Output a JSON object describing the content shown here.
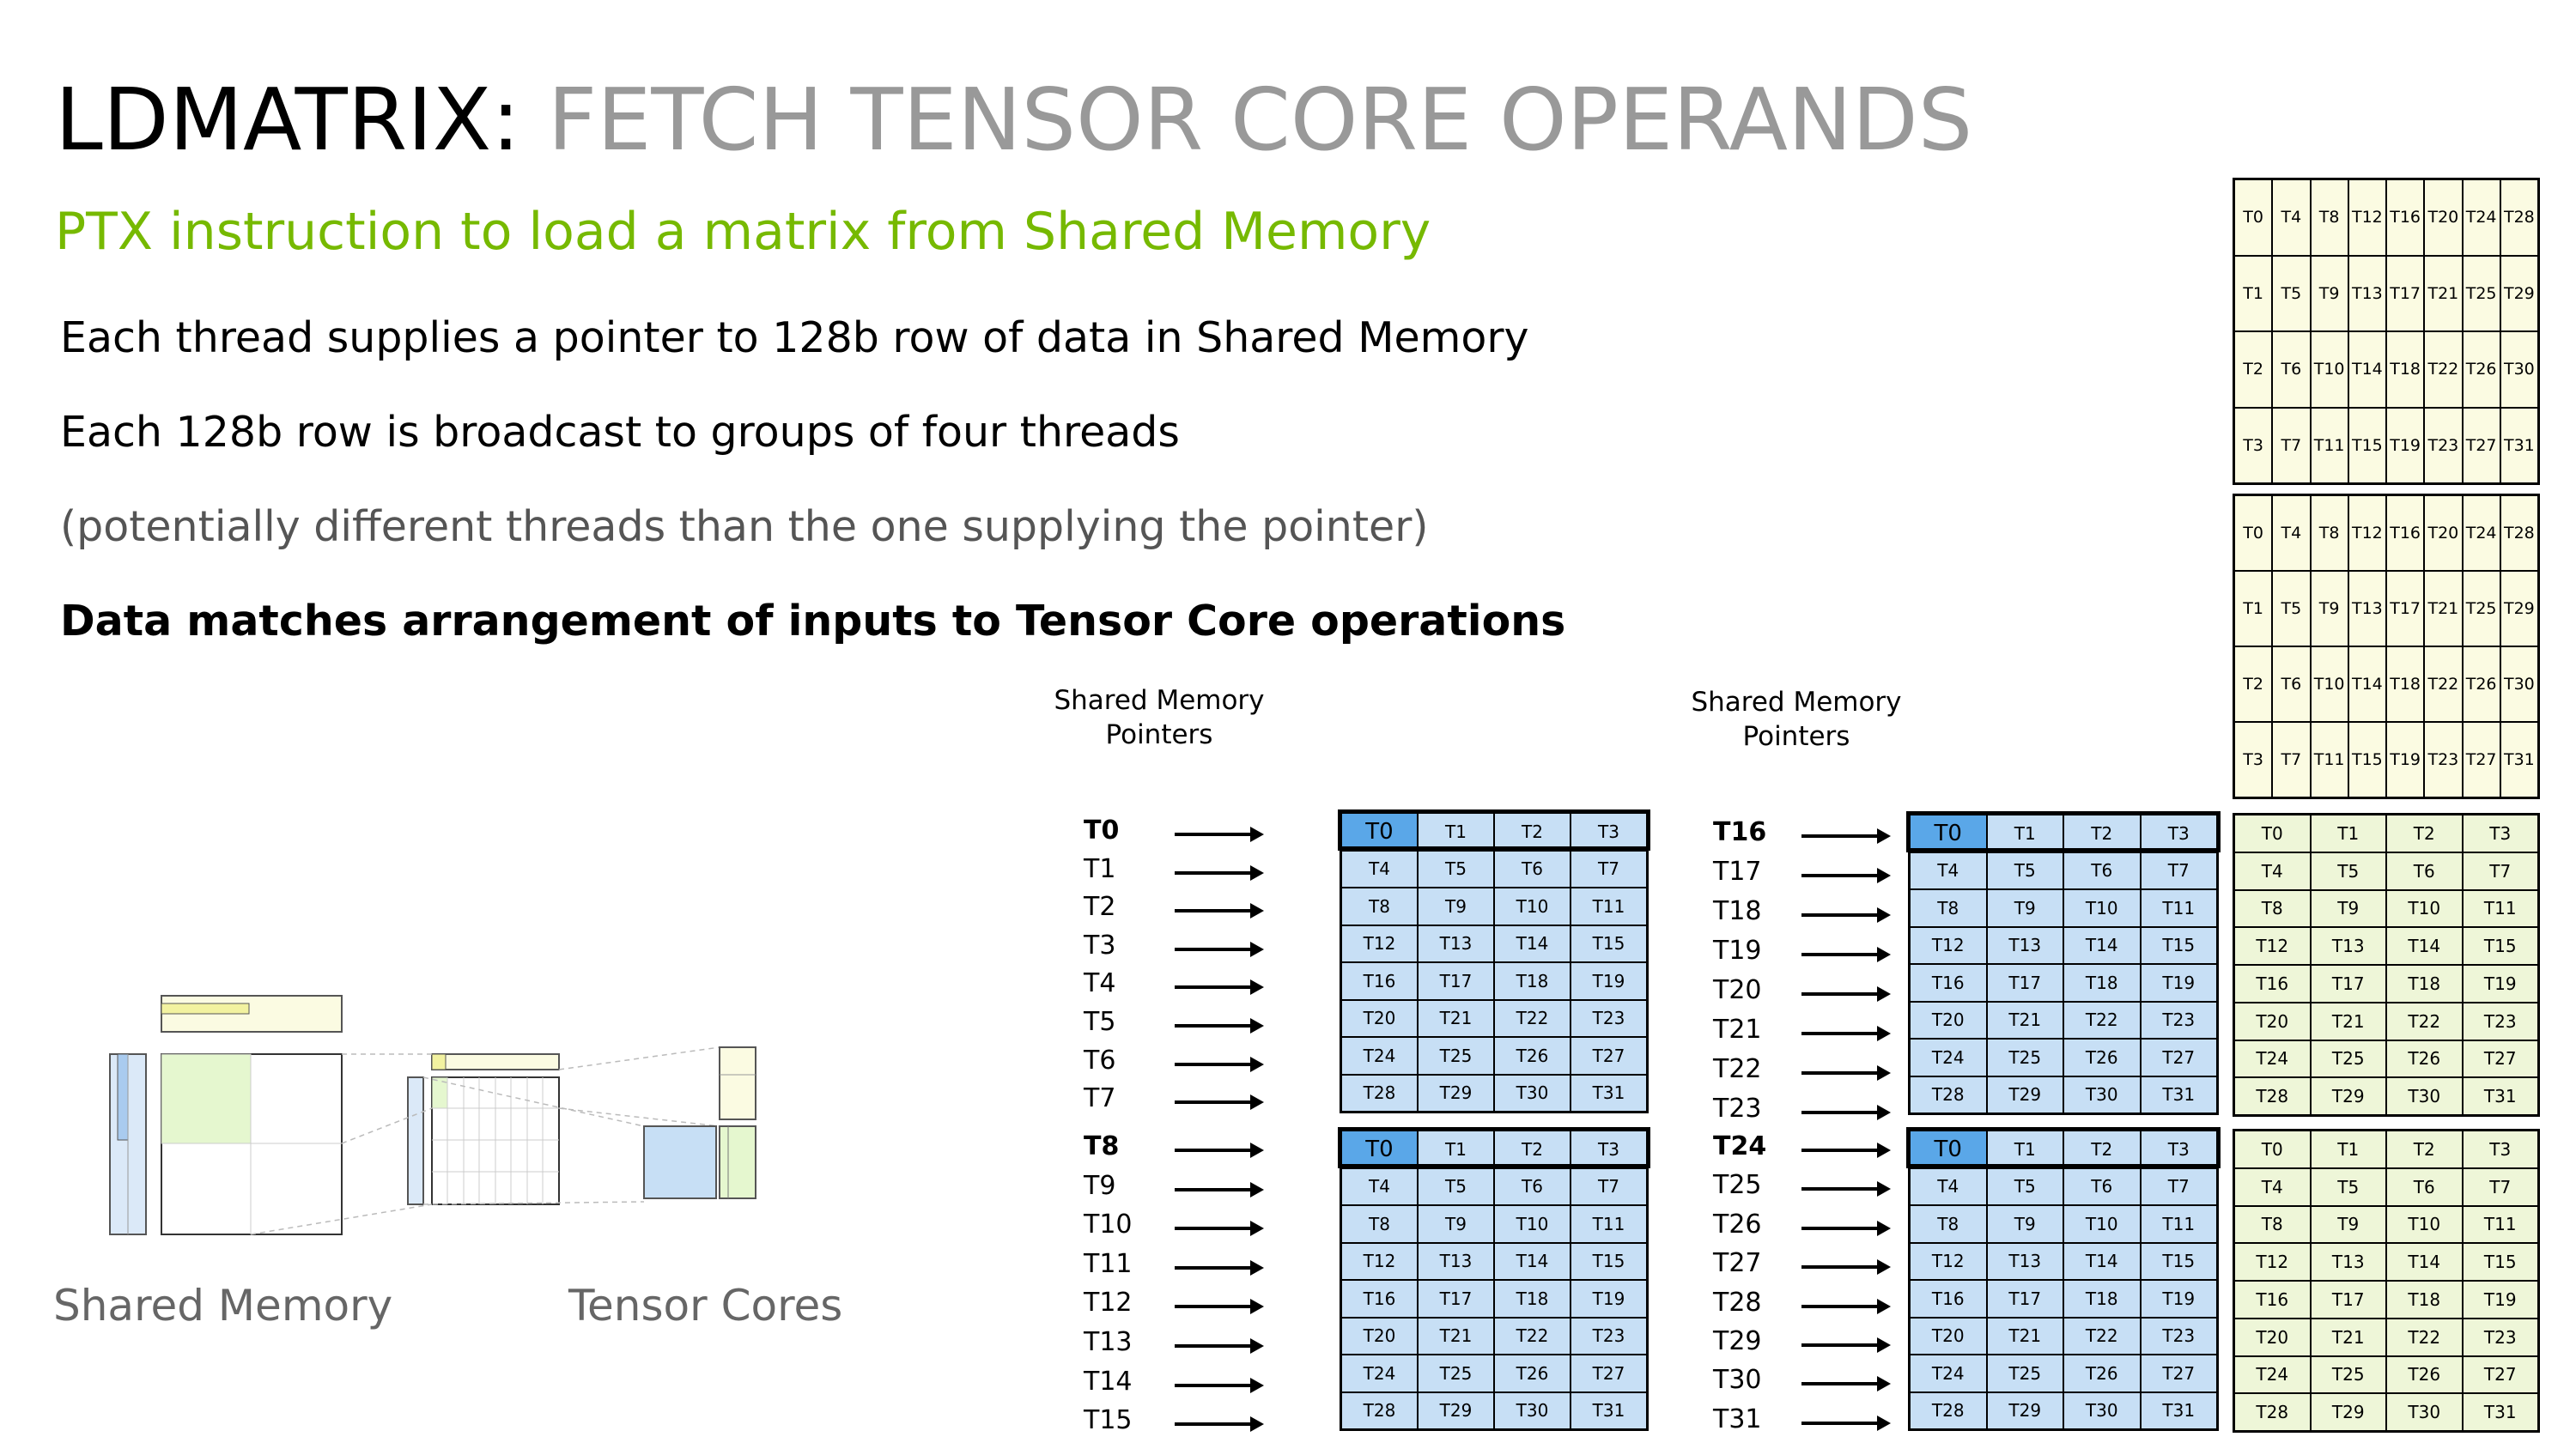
{
  "title": {
    "bold": "LDMATRIX:",
    "rest": "FETCH TENSOR CORE OPERANDS"
  },
  "subtitle": "PTX instruction to load a matrix from Shared Memory",
  "bullets": [
    "Each thread supplies a pointer to 128b row of data in Shared Memory",
    "Each 128b row is broadcast to groups of four threads",
    "(potentially different threads than the one supplying the pointer)",
    "Data matches arrangement of inputs to Tensor Core operations"
  ],
  "captions": {
    "shared_memory": "Shared Memory",
    "tensor_cores": "Tensor Cores"
  },
  "pointer_header": {
    "line1": "Shared Memory",
    "line2": "Pointers"
  },
  "pointer_columns": [
    [
      "T0",
      "T1",
      "T2",
      "T3",
      "T4",
      "T5",
      "T6",
      "T7",
      "T8",
      "T9",
      "T10",
      "T11",
      "T12",
      "T13",
      "T14",
      "T15"
    ],
    [
      "T16",
      "T17",
      "T18",
      "T19",
      "T20",
      "T21",
      "T22",
      "T23",
      "T24",
      "T25",
      "T26",
      "T27",
      "T28",
      "T29",
      "T30",
      "T31"
    ]
  ],
  "row_grid_cells": [
    "T0",
    "T1",
    "T2",
    "T3",
    "T4",
    "T5",
    "T6",
    "T7",
    "T8",
    "T9",
    "T10",
    "T11",
    "T12",
    "T13",
    "T14",
    "T15",
    "T16",
    "T17",
    "T18",
    "T19",
    "T20",
    "T21",
    "T22",
    "T23",
    "T24",
    "T25",
    "T26",
    "T27",
    "T28",
    "T29",
    "T30",
    "T31"
  ],
  "col_grid_cells": [
    "T0",
    "T4",
    "T8",
    "T12",
    "T16",
    "T20",
    "T24",
    "T28",
    "T1",
    "T5",
    "T9",
    "T13",
    "T17",
    "T21",
    "T25",
    "T29",
    "T2",
    "T6",
    "T10",
    "T14",
    "T18",
    "T22",
    "T26",
    "T30",
    "T3",
    "T7",
    "T11",
    "T15",
    "T19",
    "T23",
    "T27",
    "T31"
  ],
  "colors": {
    "accent_green": "#76b900",
    "gray_title": "#999999",
    "highlight_blue": "#5aa7e8",
    "cell_blue": "#c7dff5",
    "cell_green": "#eef6d8",
    "cell_yellow": "#fbfbe2"
  }
}
